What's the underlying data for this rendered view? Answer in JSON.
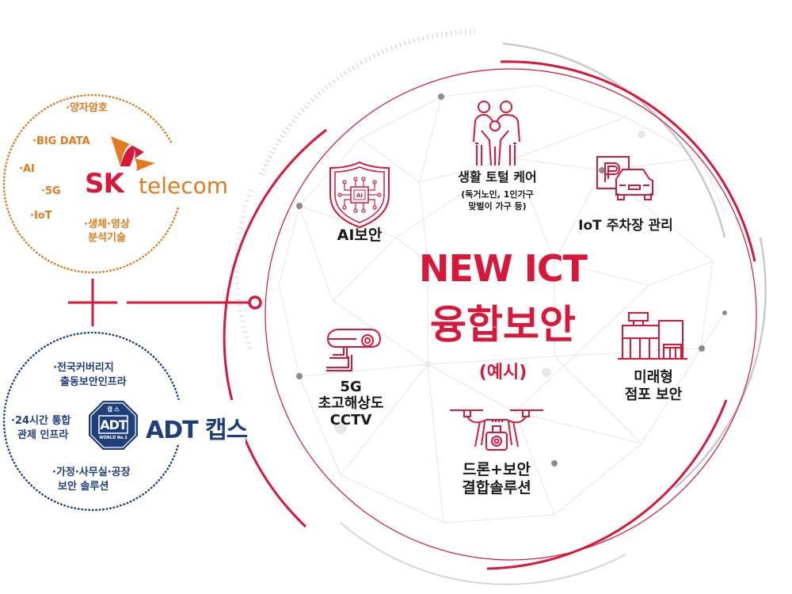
{
  "colors": {
    "red": "#d8173a",
    "orange": "#e5791d",
    "navy": "#1f3f7a",
    "gray_dot": "#8c8c8c",
    "gray_line": "#e4e4e4"
  },
  "sk_telecom": {
    "brand_sk": "SK",
    "brand_telecom": "telecom",
    "keywords": {
      "quantum": "·양자암호",
      "bigdata": "·BIG DATA",
      "ai": "·AI",
      "fiveg": "·5G",
      "iot": "·IoT",
      "bio_video_line1": "·생체·영상",
      "bio_video_line2": "분석기술"
    }
  },
  "connector": {
    "plus_symbol": "+"
  },
  "adt_caps": {
    "brand": "ADT 캡스",
    "badge_top": "캡 스",
    "badge_main": "ADT",
    "badge_bottom": "WORLD No.1",
    "keywords": {
      "nationwide_line1": "·전국커버리지",
      "nationwide_line2": "출동보안인프라",
      "control_line1": "·24시간 통합",
      "control_line2": "관제 인프라",
      "solution_line1": "·가정·사무실·공장",
      "solution_line2": "보안 솔루션"
    }
  },
  "main_circle": {
    "title_line1": "NEW ICT",
    "title_line2": "융합보안",
    "title_line3": "(예시)",
    "items": {
      "ai_security": {
        "label": "AI보안",
        "icon": "ai-shield-icon"
      },
      "life_care": {
        "label": "생활 토털 케어",
        "sub1": "(독거노인, 1인가구",
        "sub2": "맞벌이 가구 등)",
        "icon": "family-icon"
      },
      "iot_parking": {
        "label": "IoT 주차장 관리",
        "icon": "parking-car-icon"
      },
      "cctv": {
        "line1": "5G",
        "line2": "초고해상도",
        "line3": "CCTV",
        "icon": "cctv-camera-icon"
      },
      "drone": {
        "line1": "드론+보안",
        "line2": "결합솔루션",
        "icon": "drone-icon"
      },
      "store": {
        "line1": "미래형",
        "line2": "점포 보안",
        "icon": "store-building-icon"
      }
    }
  }
}
